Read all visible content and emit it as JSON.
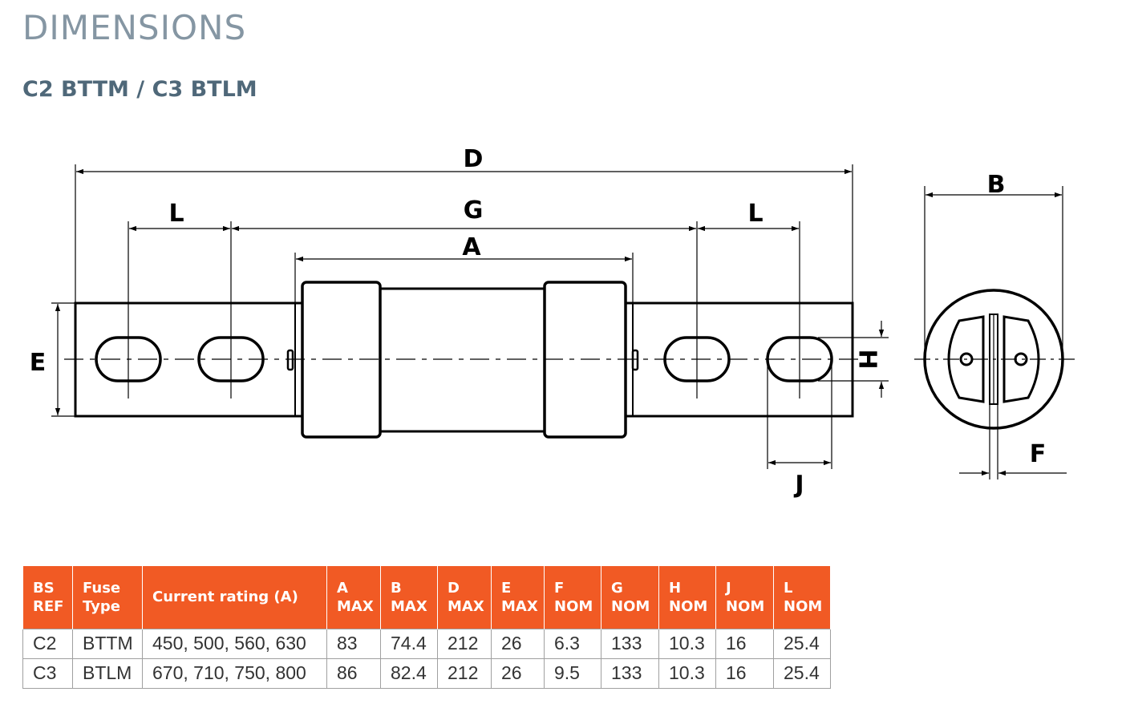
{
  "header": {
    "title": "DIMENSIONS",
    "subtitle": "C2 BTTM / C3 BTLM"
  },
  "diagram": {
    "labels": {
      "D": "D",
      "G": "G",
      "A": "A",
      "L_left": "L",
      "L_right": "L",
      "E": "E",
      "H": "H",
      "J": "J",
      "B": "B",
      "F": "F"
    }
  },
  "table": {
    "headers": [
      [
        "BS",
        "REF"
      ],
      [
        "Fuse",
        "Type"
      ],
      [
        "Current rating (A)"
      ],
      [
        "A",
        "MAX"
      ],
      [
        "B",
        "MAX"
      ],
      [
        "D",
        "MAX"
      ],
      [
        "E",
        "MAX"
      ],
      [
        "F",
        "NOM"
      ],
      [
        "G",
        "NOM"
      ],
      [
        "H",
        "NOM"
      ],
      [
        "J",
        "NOM"
      ],
      [
        "L",
        "NOM"
      ]
    ],
    "rows": [
      [
        "C2",
        "BTTM",
        "450, 500, 560, 630",
        "83",
        "74.4",
        "212",
        "26",
        "6.3",
        "133",
        "10.3",
        "16",
        "25.4"
      ],
      [
        "C3",
        "BTLM",
        "670, 710, 750, 800",
        "86",
        "82.4",
        "212",
        "26",
        "9.5",
        "133",
        "10.3",
        "16",
        "25.4"
      ]
    ]
  },
  "colors": {
    "header_bg": "#f15a24",
    "title": "#8596a3",
    "subtitle": "#4f6879"
  }
}
